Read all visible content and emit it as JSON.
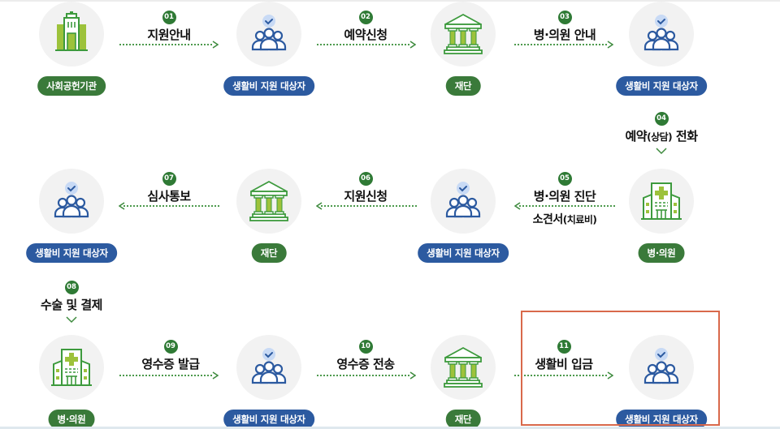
{
  "colors": {
    "green_pill": "#3a7a3a",
    "blue_pill": "#2c5aa0",
    "badge_green": "#2f7a35",
    "icon_green_light": "#9dc23b",
    "icon_green_dark": "#3d9a3d",
    "people_blue": "#2c5aa0",
    "check_bg": "#c8daf5",
    "circle_bg": "#f2f2f2",
    "highlight_border": "#d9694b"
  },
  "nodes": [
    {
      "id": "n1",
      "label": "사회공헌기관",
      "icon": "office-building-icon",
      "color": "green"
    },
    {
      "id": "n2",
      "label": "생활비 지원 대상자",
      "icon": "people-check-icon",
      "color": "blue"
    },
    {
      "id": "n3",
      "label": "재단",
      "icon": "foundation-building-icon",
      "color": "green"
    },
    {
      "id": "n4",
      "label": "생활비 지원 대상자",
      "icon": "people-check-icon",
      "color": "blue"
    },
    {
      "id": "n5",
      "label": "병·의원",
      "icon": "hospital-icon",
      "color": "green"
    },
    {
      "id": "n6",
      "label": "생활비 지원 대상자",
      "icon": "people-check-icon",
      "color": "blue"
    },
    {
      "id": "n7",
      "label": "재단",
      "icon": "foundation-building-icon",
      "color": "green"
    },
    {
      "id": "n8",
      "label": "생활비 지원 대상자",
      "icon": "people-check-icon",
      "color": "blue"
    },
    {
      "id": "n9",
      "label": "병·의원",
      "icon": "hospital-icon",
      "color": "green"
    },
    {
      "id": "n10",
      "label": "생활비 지원 대상자",
      "icon": "people-check-icon",
      "color": "blue"
    },
    {
      "id": "n11",
      "label": "재단",
      "icon": "foundation-building-icon",
      "color": "green"
    },
    {
      "id": "n12",
      "label": "생활비 지원 대상자",
      "icon": "people-check-icon",
      "color": "blue"
    }
  ],
  "steps": [
    {
      "num": "01",
      "label": "지원안내",
      "direction": "right"
    },
    {
      "num": "02",
      "label": "예약신청",
      "direction": "right"
    },
    {
      "num": "03",
      "label": "병·의원 안내",
      "direction": "right"
    },
    {
      "num": "04",
      "label": "예약",
      "label_small": "(상담)",
      "label_rest": " 전화",
      "direction": "down"
    },
    {
      "num": "05",
      "label": "병·의원 진단",
      "sub_label": "소견서",
      "sub_small": "(치료비)",
      "direction": "left"
    },
    {
      "num": "06",
      "label": "지원신청",
      "direction": "left"
    },
    {
      "num": "07",
      "label": "심사통보",
      "direction": "left"
    },
    {
      "num": "08",
      "label": "수술 및 결제",
      "direction": "down"
    },
    {
      "num": "09",
      "label": "영수증 발급",
      "direction": "right"
    },
    {
      "num": "10",
      "label": "영수증 전송",
      "direction": "right"
    },
    {
      "num": "11",
      "label": "생활비 입금",
      "direction": "right"
    }
  ]
}
